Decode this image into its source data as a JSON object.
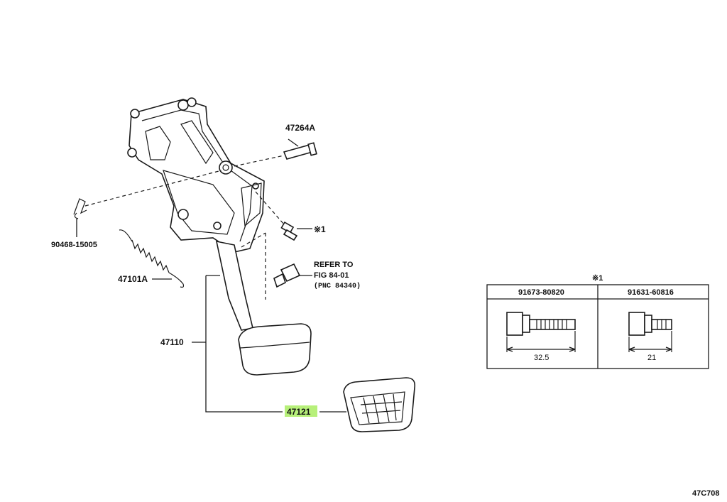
{
  "diagram": {
    "labels": {
      "clevis_pin": "47264A",
      "clip": "90468-15005",
      "bolt_ref": "※1",
      "return_spring": "47101A",
      "refer_line1": "REFER TO",
      "refer_line2": "FIG 84-01",
      "refer_line3": "(PNC 84340)",
      "pedal_arm": "47110",
      "pedal_pad": "47121",
      "figure_code": "47C708"
    },
    "highlighted_part": "47121",
    "highlight_color": "#b7f07a",
    "table": {
      "title": "※1",
      "columns": [
        {
          "part_no": "91673-80820",
          "length": "32.5"
        },
        {
          "part_no": "91631-60816",
          "length": "21"
        }
      ]
    }
  }
}
